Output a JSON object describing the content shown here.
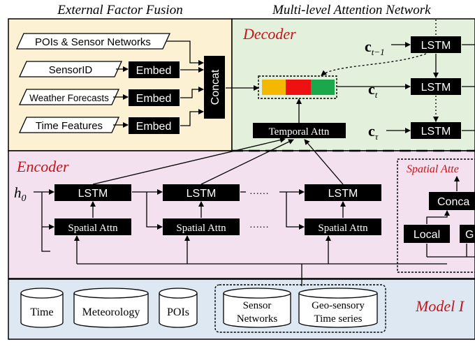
{
  "headers": {
    "left": "External Factor Fusion",
    "right": "Multi-level Attention Network"
  },
  "sections": {
    "decoder": "Decoder",
    "encoder": "Encoder",
    "model_input": "Model I",
    "spatial_attn_panel": "Spatial Atte"
  },
  "external": {
    "inputs": [
      "POIs & Sensor Networks",
      "SensorID",
      "Weather Forecasts",
      "Time Features"
    ],
    "embed_label": "Embed",
    "concat_label": "Concat"
  },
  "decoder": {
    "temporal_attn": "Temporal Attn",
    "lstm_label": "LSTM",
    "context_labels": [
      "c",
      "c",
      "c"
    ],
    "context_subscripts": [
      "t−1",
      "t",
      "τ"
    ],
    "fusion_colors": [
      "#f5b800",
      "#ee1111",
      "#1aa84a"
    ]
  },
  "encoder": {
    "h0_label": "h",
    "h0_sub": "0",
    "lstm_label": "LSTM",
    "spatial_attn": "Spatial Attn",
    "ellipsis": "······"
  },
  "spatial_panel": {
    "concat": "Conca",
    "local": "Local",
    "global_partial": "G"
  },
  "model_input": {
    "cylinders": [
      "Time",
      "Meteorology",
      "POIs"
    ],
    "grouped": [
      [
        "Sensor",
        "Networks"
      ],
      [
        "Geo-sensory",
        "Time series"
      ]
    ]
  },
  "colors": {
    "external_bg": "#fdf1d4",
    "decoder_bg": "#e3f0dc",
    "encoder_bg": "#f3e1ef",
    "input_bg": "#dde8f3",
    "section_title": "#c0161b",
    "block": "#000000"
  }
}
